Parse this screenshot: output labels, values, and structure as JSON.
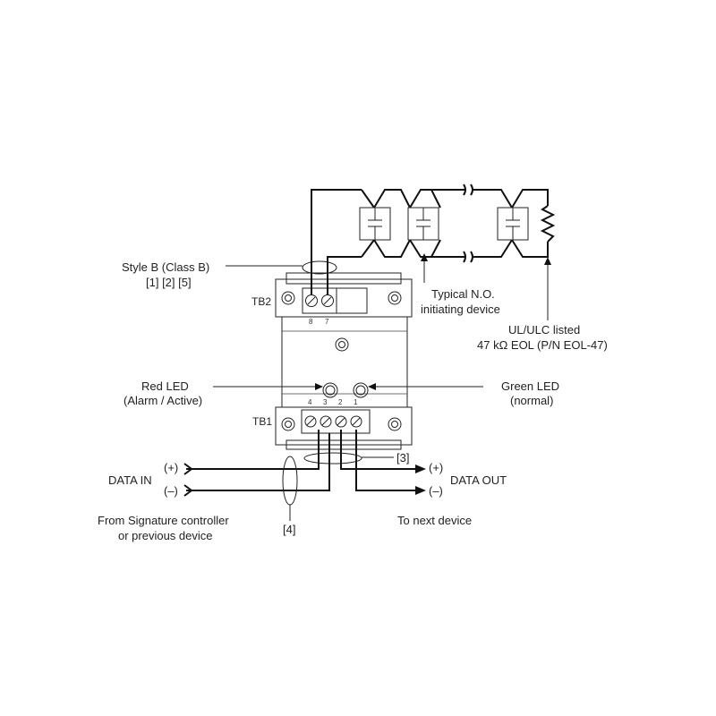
{
  "labels": {
    "style_b": "Style B (Class B)",
    "style_b_notes": "[1] [2] [5]",
    "tb2": "TB2",
    "tb1": "TB1",
    "typical_no_1": "Typical N.O.",
    "typical_no_2": "initiating device",
    "ul_1": "UL/ULC listed",
    "ul_2": "47 kΩ EOL (P/N EOL-47)",
    "red_led_1": "Red LED",
    "red_led_2": "(Alarm / Active)",
    "green_led_1": "Green LED",
    "green_led_2": "(normal)",
    "data_in": "DATA IN",
    "data_out": "DATA OUT",
    "plus": "(+)",
    "minus": "(–)",
    "note3": "[3]",
    "note4": "[4]",
    "from_1": "From Signature controller",
    "from_2": "or previous device",
    "to_next": "To next device"
  },
  "tb2_terminals": [
    "8",
    "7"
  ],
  "tb1_terminals": [
    "4",
    "3",
    "2",
    "1"
  ]
}
